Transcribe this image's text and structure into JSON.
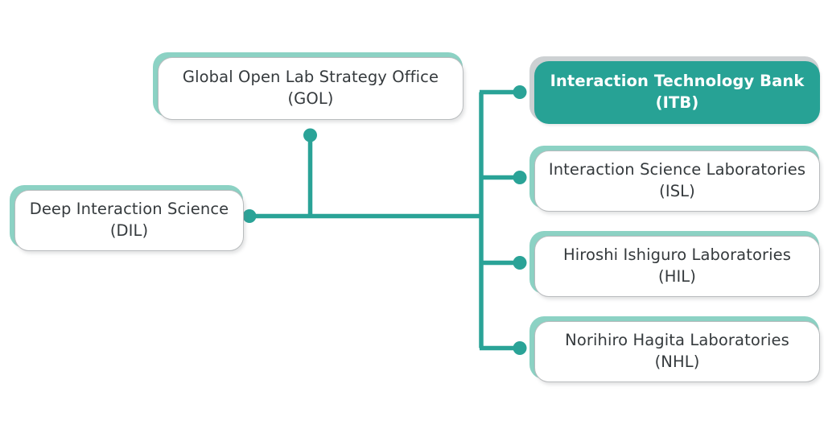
{
  "diagram": {
    "type": "organization-tree",
    "root": {
      "id": "DIL",
      "name": "Deep Interaction Science",
      "abbr": "(DIL)",
      "label": "Deep Interaction Science\n(DIL)"
    },
    "staff_unit": {
      "id": "GOL",
      "name": "Global Open Lab Strategy Office",
      "abbr": "(GOL)",
      "label": "Global Open Lab Strategy Office\n(GOL)"
    },
    "children": [
      {
        "id": "ITB",
        "name": "Interaction Technology Bank",
        "abbr": "(ITB)",
        "label": "Interaction Technology Bank\n(ITB)",
        "highlighted": true
      },
      {
        "id": "ISL",
        "name": "Interaction Science Laboratories",
        "abbr": "(ISL)",
        "label": "Interaction Science Laboratories\n(ISL)",
        "highlighted": false
      },
      {
        "id": "HIL",
        "name": "Hiroshi Ishiguro Laboratories",
        "abbr": "(HIL)",
        "label": "Hiroshi Ishiguro Laboratories\n(HIL)",
        "highlighted": false
      },
      {
        "id": "NHL",
        "name": "Norihiro Hagita Laboratories",
        "abbr": "(NHL)",
        "label": "Norihiro Hagita Laboratories\n(NHL)",
        "highlighted": false
      }
    ],
    "colors": {
      "accent_teal": "#27a295",
      "accent_teal_light": "#8cd2c4",
      "connector": "#2aa397",
      "card_border": "#b9bcbe",
      "card_shadow": "#cdd1d3",
      "text_dark": "#353a3d",
      "text_on_fill": "#ffffff",
      "background": "#ffffff"
    }
  }
}
